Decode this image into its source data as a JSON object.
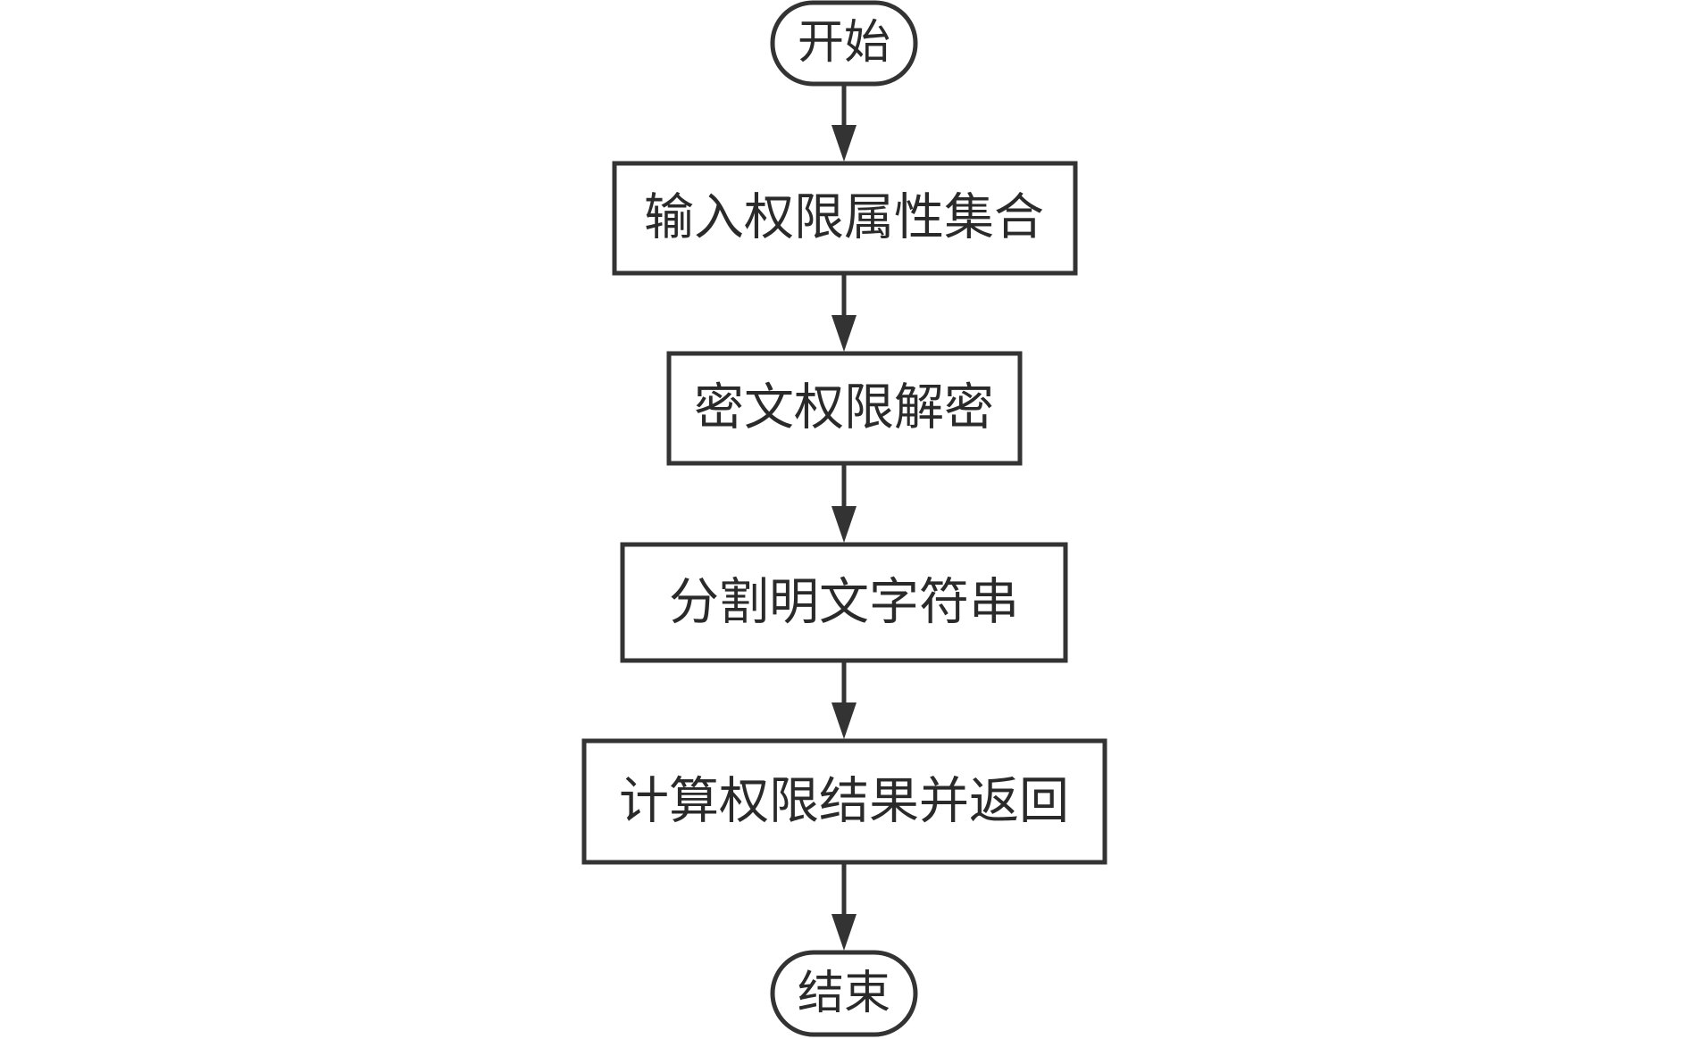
{
  "diagram": {
    "type": "flowchart",
    "direction": "top-to-bottom",
    "colors": {
      "stroke": "#333333",
      "text": "#2a2a2a",
      "background": "#ffffff"
    },
    "nodes": [
      {
        "id": "start",
        "shape": "terminal",
        "label": "开始"
      },
      {
        "id": "input-permission-attributes",
        "shape": "process",
        "label": "输入权限属性集合"
      },
      {
        "id": "decrypt-permission",
        "shape": "process",
        "label": "密文权限解密"
      },
      {
        "id": "split-plaintext",
        "shape": "process",
        "label": "分割明文字符串"
      },
      {
        "id": "compute-result",
        "shape": "process",
        "label": "计算权限结果并返回"
      },
      {
        "id": "end",
        "shape": "terminal",
        "label": "结束"
      }
    ],
    "edges": [
      {
        "from": "start",
        "to": "input-permission-attributes"
      },
      {
        "from": "input-permission-attributes",
        "to": "decrypt-permission"
      },
      {
        "from": "decrypt-permission",
        "to": "split-plaintext"
      },
      {
        "from": "split-plaintext",
        "to": "compute-result"
      },
      {
        "from": "compute-result",
        "to": "end"
      }
    ]
  }
}
